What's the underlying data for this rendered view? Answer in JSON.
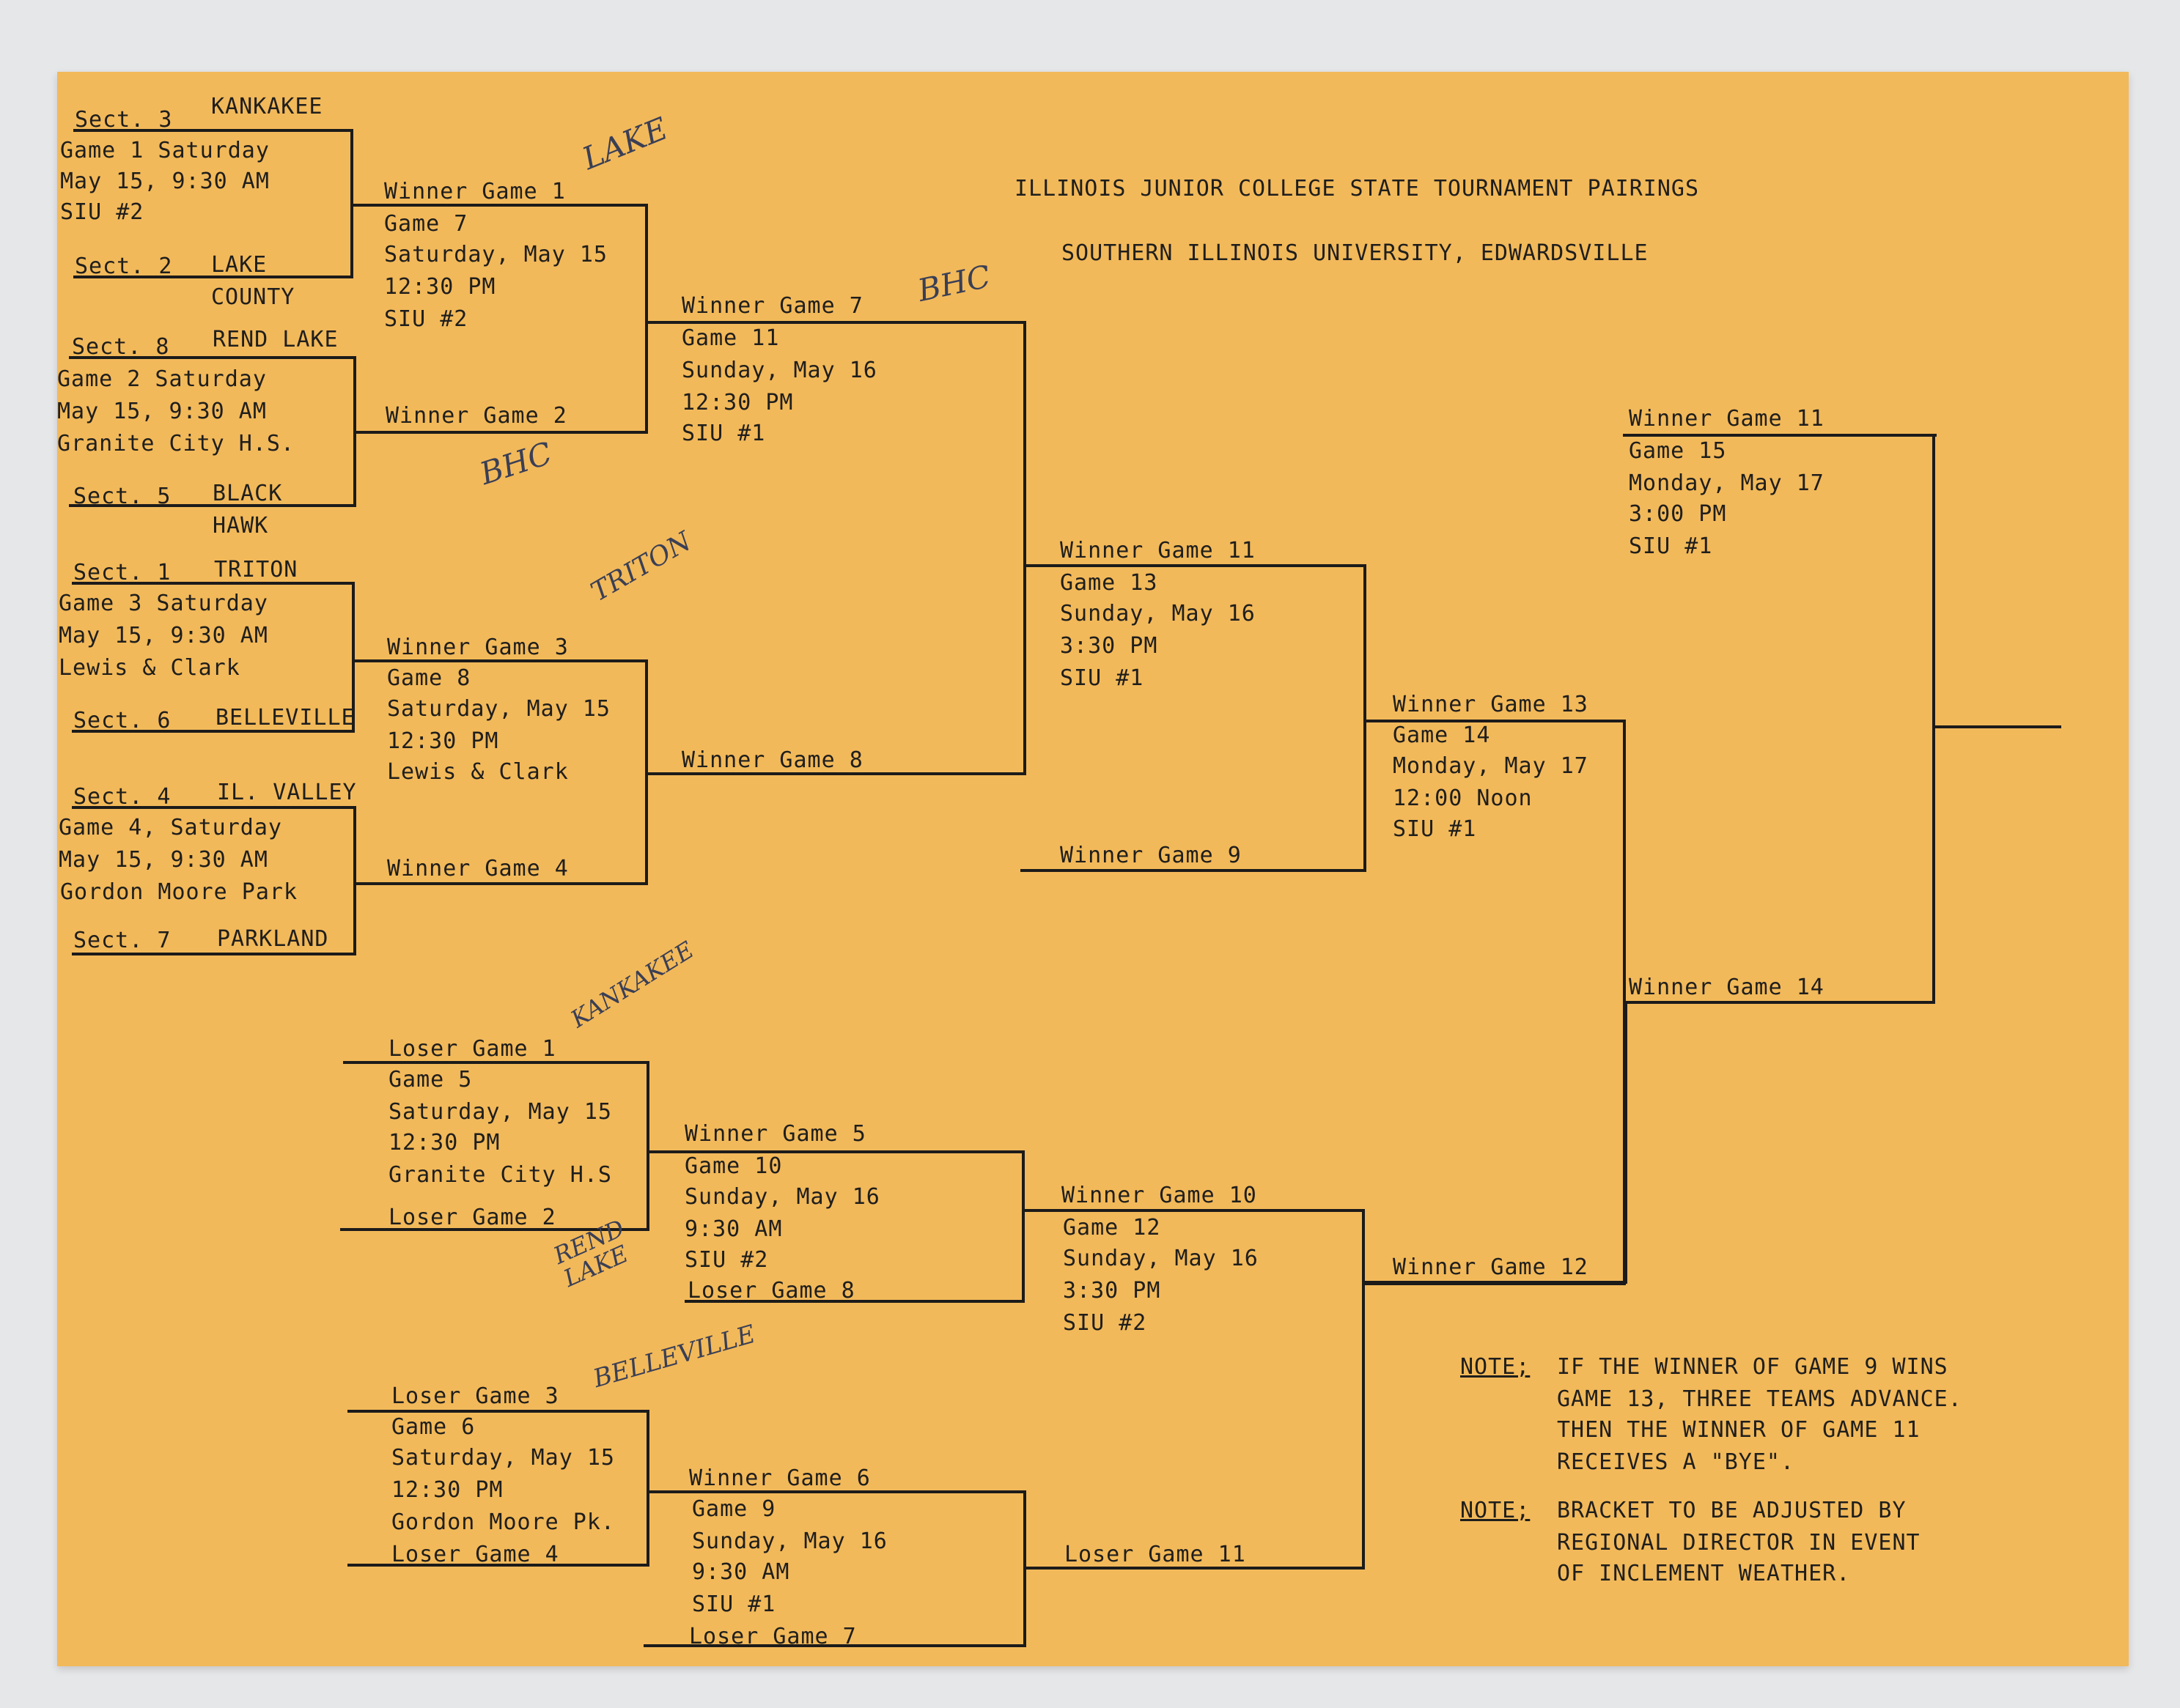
{
  "header": {
    "title": "ILLINOIS JUNIOR COLLEGE STATE TOURNAMENT PAIRINGS",
    "subtitle": "SOUTHERN ILLINOIS UNIVERSITY, EDWARDSVILLE"
  },
  "round1": [
    {
      "top_sect": "Sect. 3",
      "top_team": "KANKAKEE",
      "game": "Game 1 Saturday",
      "date": "May 15, 9:30 AM",
      "site": "SIU #2",
      "bot_sect": "Sect. 2",
      "bot_team": "LAKE",
      "bot_team2": "COUNTY"
    },
    {
      "top_sect": "Sect. 8",
      "top_team": "REND LAKE",
      "game": "Game 2 Saturday",
      "date": "May 15, 9:30 AM",
      "site": "Granite City H.S.",
      "bot_sect": "Sect. 5",
      "bot_team": "BLACK",
      "bot_team2": "HAWK"
    },
    {
      "top_sect": "Sect. 1",
      "top_team": "TRITON",
      "game": "Game 3 Saturday",
      "date": "May 15, 9:30 AM",
      "site": "Lewis & Clark",
      "bot_sect": "Sect. 6",
      "bot_team": "BELLEVILLE"
    },
    {
      "top_sect": "Sect. 4",
      "top_team": "IL. VALLEY",
      "game": "Game 4, Saturday",
      "date": "May 15, 9:30 AM",
      "site": "Gordon Moore Park",
      "bot_sect": "Sect. 7",
      "bot_team": "PARKLAND"
    }
  ],
  "game7": {
    "top": "Winner Game 1",
    "game": "Game 7",
    "day": "Saturday, May 15",
    "time": "12:30 PM",
    "site": "SIU #2",
    "bottom": "Winner Game 2"
  },
  "game8": {
    "top": "Winner Game 3",
    "game": "Game 8",
    "day": "Saturday, May 15",
    "time": "12:30 PM",
    "site": "Lewis & Clark",
    "bottom": "Winner Game 4"
  },
  "game11": {
    "top": "Winner Game 7",
    "game": "Game 11",
    "day": "Sunday, May 16",
    "time": "12:30 PM",
    "site": "SIU #1",
    "bottom": "Winner Game 8"
  },
  "game13": {
    "top": "Winner Game 11",
    "game": "Game 13",
    "day": "Sunday, May 16",
    "time": "3:30 PM",
    "site": "SIU #1",
    "bottom": "Winner Game 9"
  },
  "game14": {
    "top": "Winner Game 13",
    "game": "Game 14",
    "day": "Monday, May 17",
    "time": "12:00 Noon",
    "site": "SIU #1",
    "bottom": "Winner Game 14"
  },
  "game15": {
    "top": "Winner Game 11",
    "game": "Game 15",
    "day": "Monday, May 17",
    "time": "3:00 PM",
    "site": "SIU #1"
  },
  "game5": {
    "top": "Loser Game 1",
    "game": "Game 5",
    "day": "Saturday, May 15",
    "time": "12:30 PM",
    "site": "Granite City H.S",
    "bottom": "Loser Game 2"
  },
  "game6": {
    "top": "Loser Game 3",
    "game": "Game 6",
    "day": "Saturday, May 15",
    "time": "12:30 PM",
    "site": "Gordon Moore Pk.",
    "bottom": "Loser Game 4"
  },
  "game10": {
    "top": "Winner Game 5",
    "game": "Game 10",
    "day": "Sunday, May 16",
    "time": "9:30 AM",
    "site": "SIU #2",
    "bottom": "Loser Game 8"
  },
  "game9": {
    "top": "Winner Game 6",
    "game": "Game 9",
    "day": "Sunday, May 16",
    "time": "9:30 AM",
    "site": "SIU #1",
    "bottom": "Loser Game 7"
  },
  "game12": {
    "top": "Winner Game 10",
    "game": "Game 12",
    "day": "Sunday, May 16",
    "time": "3:30 PM",
    "site": "SIU #2",
    "bottom": "Loser Game 11"
  },
  "winner12": "Winner Game 12",
  "notes": [
    {
      "label": "NOTE;",
      "lines": [
        "IF THE WINNER OF GAME 9 WINS",
        "GAME 13, THREE TEAMS ADVANCE.",
        "THEN THE WINNER OF GAME 11",
        "RECEIVES A \"BYE\"."
      ]
    },
    {
      "label": "NOTE;",
      "lines": [
        "BRACKET TO BE ADJUSTED BY",
        "REGIONAL DIRECTOR IN EVENT",
        "OF INCLEMENT WEATHER."
      ]
    }
  ],
  "handwritten": {
    "lake": "LAKE",
    "bhc": "BHC",
    "bhc2": "BHC",
    "triton": "TRITON",
    "kankakee": "KANKAKEE",
    "rend_lake": "REND LAKE",
    "belleville": "BELLEVILLE"
  }
}
